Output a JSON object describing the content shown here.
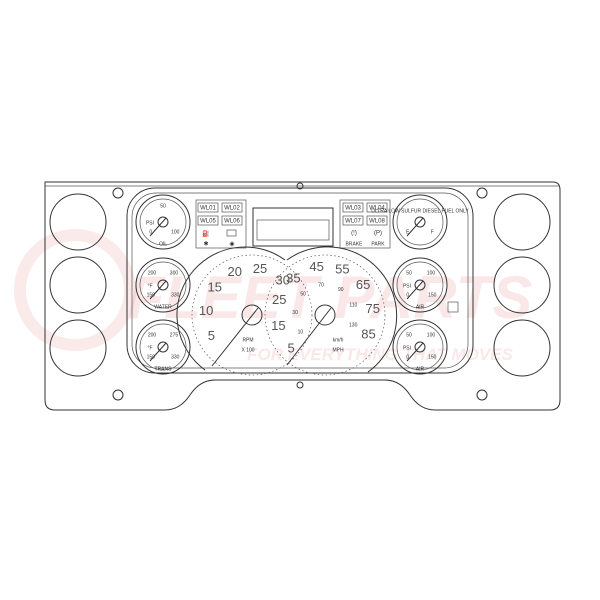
{
  "watermark": {
    "brand": "FLEET PARTS",
    "tagline": "FOR EVERYTHING THAT MOVES",
    "color": "#d9534f"
  },
  "warning_lights": [
    "WL01",
    "WL02",
    "WL05",
    "WL06",
    "WL03",
    "WL04",
    "WL07",
    "WL08"
  ],
  "indicator_labels": {
    "brake": "BRAKE",
    "park": "PARK"
  },
  "gauges": {
    "oil": {
      "label": "OIL",
      "unit": "PSI",
      "ticks": [
        "0",
        "50",
        "100"
      ]
    },
    "water": {
      "label": "WATER",
      "unit": "°F",
      "ticks": [
        "150",
        "200",
        "300",
        "330"
      ]
    },
    "trans": {
      "label": "TRANS",
      "unit": "°F",
      "ticks": [
        "150",
        "200",
        "275",
        "330"
      ]
    },
    "fuel": {
      "label": "ULTRA LOW SULFUR DIESEL FUEL ONLY",
      "ticks": [
        "E",
        "F"
      ]
    },
    "air1": {
      "label": "AIR",
      "unit": "PSI",
      "ticks": [
        "0",
        "50",
        "100",
        "150"
      ]
    },
    "air2": {
      "label": "AIR",
      "unit": "PSI",
      "ticks": [
        "0",
        "50",
        "100",
        "150"
      ]
    }
  },
  "tachometer": {
    "label_top": "RPM",
    "label_bottom": "X 100",
    "ticks": [
      "5",
      "10",
      "15",
      "20",
      "25",
      "30"
    ]
  },
  "speedometer": {
    "label_top": "km/h",
    "label_bottom": "MPH",
    "mph_ticks": [
      "5",
      "15",
      "25",
      "35",
      "45",
      "55",
      "65",
      "75",
      "85"
    ],
    "kmh_ticks": [
      "10",
      "30",
      "50",
      "70",
      "90",
      "110",
      "130"
    ]
  }
}
